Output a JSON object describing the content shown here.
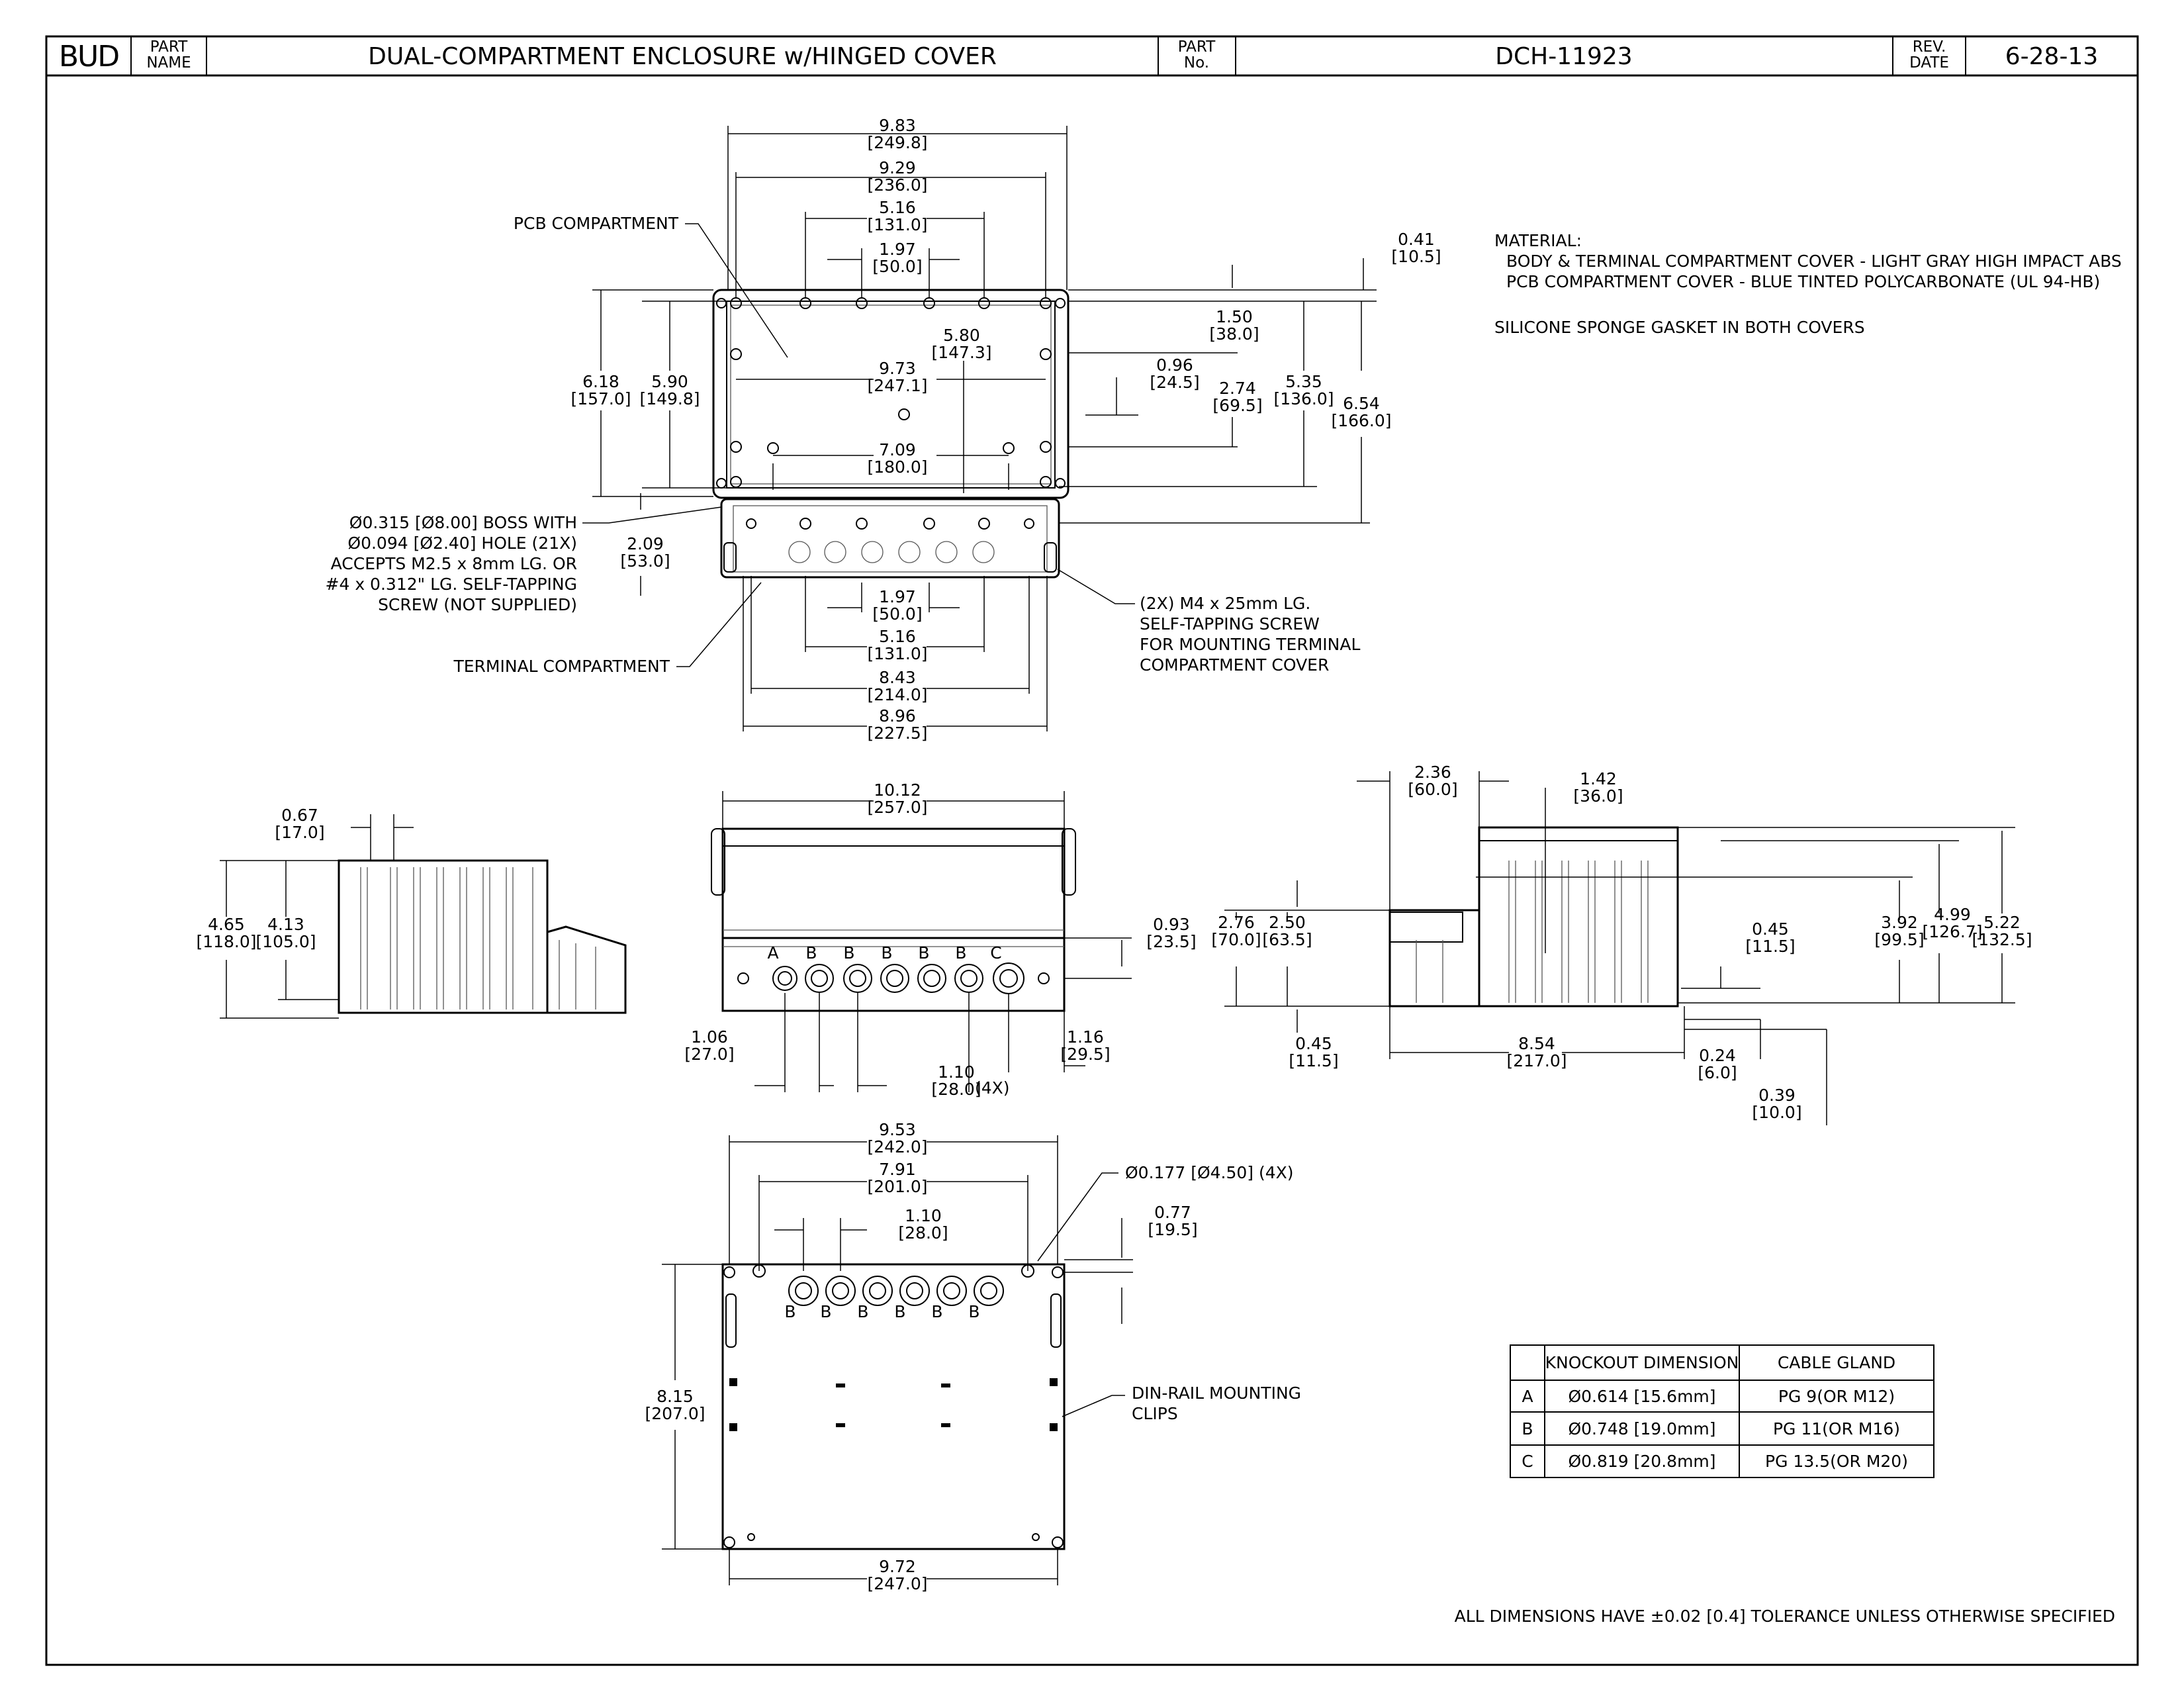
{
  "title_block": {
    "logo": "BUD",
    "part_name_label": "PART\nNAME",
    "part_name": "DUAL-COMPARTMENT ENCLOSURE w/HINGED COVER",
    "part_no_label": "PART\nNo.",
    "part_no": "DCH-11923",
    "rev_date_label": "REV.\nDATE",
    "rev_date": "6-28-13"
  },
  "notes": {
    "material": [
      "MATERIAL:",
      "BODY & TERMINAL COMPARTMENT COVER - LIGHT GRAY HIGH IMPACT ABS",
      "PCB COMPARTMENT COVER - BLUE TINTED POLYCARBONATE (UL 94-HB)"
    ],
    "gasket": "SILICONE SPONGE GASKET IN BOTH COVERS",
    "tolerance": "ALL DIMENSIONS HAVE ±0.02 [0.4] TOLERANCE UNLESS OTHERWISE SPECIFIED"
  },
  "callouts": {
    "pcb": "PCB COMPARTMENT",
    "terminal": "TERMINAL COMPARTMENT",
    "boss": [
      "Ø0.315 [Ø8.00] BOSS WITH",
      "Ø0.094 [Ø2.40] HOLE (21X)",
      "ACCEPTS M2.5 x 8mm  LG. OR",
      "#4 x 0.312\" LG. SELF-TAPPING",
      "SCREW (NOT SUPPLIED)"
    ],
    "screw": [
      "(2X) M4 x 25mm LG.",
      "SELF-TAPPING SCREW",
      "FOR MOUNTING TERMINAL",
      "COMPARTMENT COVER"
    ],
    "hole": "Ø0.177 [Ø4.50] (4X)",
    "din": [
      "DIN-RAIL MOUNTING",
      "CLIPS"
    ],
    "glands_front": [
      "A",
      "B",
      "B",
      "B",
      "B",
      "B",
      "C"
    ],
    "glands_bottom": [
      "B",
      "B",
      "B",
      "B",
      "B",
      "B"
    ],
    "spacing_suffix": "(4X)"
  },
  "dims": {
    "d983": [
      "9.83",
      "[249.8]"
    ],
    "d929": [
      "9.29",
      "[236.0]"
    ],
    "d516t": [
      "5.16",
      "[131.0]"
    ],
    "d197t": [
      "1.97",
      "[50.0]"
    ],
    "d580": [
      "5.80",
      "[147.3]"
    ],
    "d973": [
      "9.73",
      "[247.1]"
    ],
    "d709": [
      "7.09",
      "[180.0]"
    ],
    "d618": [
      "6.18",
      "[157.0]"
    ],
    "d590": [
      "5.90",
      "[149.8]"
    ],
    "d209": [
      "2.09",
      "[53.0]"
    ],
    "d041": [
      "0.41",
      "[10.5]"
    ],
    "d150": [
      "1.50",
      "[38.0]"
    ],
    "d096": [
      "0.96",
      "[24.5]"
    ],
    "d274": [
      "2.74",
      "[69.5]"
    ],
    "d535": [
      "5.35",
      "[136.0]"
    ],
    "d654": [
      "6.54",
      "[166.0]"
    ],
    "d197b": [
      "1.97",
      "[50.0]"
    ],
    "d516b": [
      "5.16",
      "[131.0]"
    ],
    "d843": [
      "8.43",
      "[214.0]"
    ],
    "d896": [
      "8.96",
      "[227.5]"
    ],
    "d067": [
      "0.67",
      "[17.0]"
    ],
    "d465": [
      "4.65",
      "[118.0]"
    ],
    "d413": [
      "4.13",
      "[105.0]"
    ],
    "d1012": [
      "10.12",
      "[257.0]"
    ],
    "d093": [
      "0.93",
      "[23.5]"
    ],
    "d106": [
      "1.06",
      "[27.0]"
    ],
    "d110f": [
      "1.10",
      "[28.0]"
    ],
    "d116": [
      "1.16",
      "[29.5]"
    ],
    "d236": [
      "2.36",
      "[60.0]"
    ],
    "d142": [
      "1.42",
      "[36.0]"
    ],
    "d276": [
      "2.76",
      "[70.0]"
    ],
    "d250": [
      "2.50",
      "[63.5]"
    ],
    "d045a": [
      "0.45",
      "[11.5]"
    ],
    "d045b": [
      "0.45",
      "[11.5]"
    ],
    "d392": [
      "3.92",
      "[99.5]"
    ],
    "d499": [
      "4.99",
      "[126.7]"
    ],
    "d522": [
      "5.22",
      "[132.5]"
    ],
    "d854": [
      "8.54",
      "[217.0]"
    ],
    "d024": [
      "0.24",
      "[6.0]"
    ],
    "d039": [
      "0.39",
      "[10.0]"
    ],
    "d953": [
      "9.53",
      "[242.0]"
    ],
    "d791": [
      "7.91",
      "[201.0]"
    ],
    "d110b": [
      "1.10",
      "[28.0]"
    ],
    "d077": [
      "0.77",
      "[19.5]"
    ],
    "d815": [
      "8.15",
      "[207.0]"
    ],
    "d972": [
      "9.72",
      "[247.0]"
    ]
  },
  "knockout_table": {
    "headers": [
      "",
      "KNOCKOUT DIMENSION",
      "CABLE GLAND"
    ],
    "rows": [
      [
        "A",
        "Ø0.614 [15.6mm]",
        "PG 9(OR M12)"
      ],
      [
        "B",
        "Ø0.748 [19.0mm]",
        "PG 11(OR M16)"
      ],
      [
        "C",
        "Ø0.819 [20.8mm]",
        "PG 13.5(OR M20)"
      ]
    ]
  }
}
